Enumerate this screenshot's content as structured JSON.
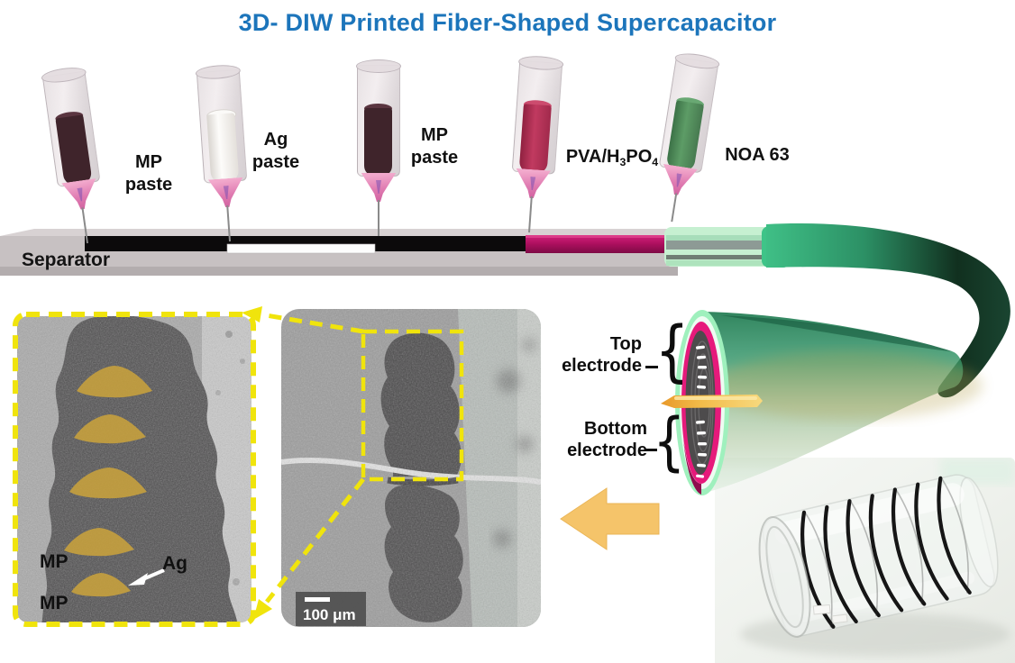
{
  "title": {
    "text": "3D- DIW Printed Fiber-Shaped Supercapacitor",
    "color": "#1c75bb"
  },
  "process": {
    "separator_label": "Separator",
    "syringes": [
      {
        "name": "mp-paste-1",
        "line1": "MP",
        "line2": "paste",
        "ink": "#3f242b",
        "ink_top": "#5a3540"
      },
      {
        "name": "ag-paste",
        "line1": "Ag",
        "line2": "paste",
        "ink": "#eeece9",
        "ink_top": "#fbfaf8"
      },
      {
        "name": "mp-paste-2",
        "line1": "MP",
        "line2": "paste",
        "ink": "#3f242b",
        "ink_top": "#5a3540"
      },
      {
        "name": "pva-h3po4",
        "parts": {
          "p1": "PVA/H",
          "s1": "3",
          "p2": "PO",
          "s2": "4"
        },
        "ink": "#b92e54",
        "ink_top": "#cc4b6e"
      },
      {
        "name": "noa-63",
        "line1": "NOA 63",
        "ink": "#4e8e59",
        "ink_top": "#69a873"
      }
    ],
    "print_colors": {
      "mp_black": "#0c0a0b",
      "ag_white": "#fdfdfd",
      "electrolyte_magenta": "#c4156d",
      "encapsulant_light": "#c6f0d1",
      "encapsulant_green": "#3ec488"
    }
  },
  "device": {
    "brace": "{",
    "top_electrode": {
      "line1": "Top",
      "line2": "electrode"
    },
    "bottom_electrode": {
      "line1": "Bottom",
      "line2": "electrode"
    },
    "mint_ring": "#9ff0bd",
    "separator_band_orange": "#f0a83c"
  },
  "sem": {
    "callout_color": "#f0e40c",
    "closeup": {
      "mp_label_1": "MP",
      "mp_label_2": "MP",
      "ag_label": "Ag",
      "highlight_gold": "#c9a23d"
    },
    "cross_section": {
      "scale_bar": "100 μm"
    }
  },
  "arrow_color": "#f5c46a"
}
